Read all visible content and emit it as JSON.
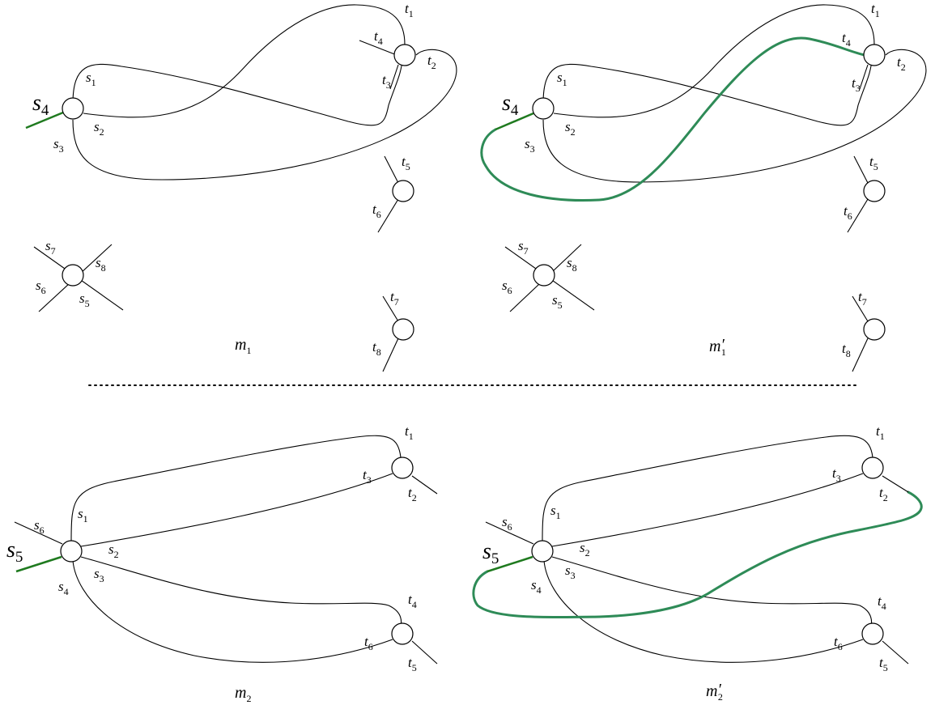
{
  "panels": {
    "m1": {
      "name": "m",
      "sub": "1",
      "prime": ""
    },
    "m1p": {
      "name": "m",
      "sub": "1",
      "prime": "′"
    },
    "m2": {
      "name": "m",
      "sub": "2",
      "prime": ""
    },
    "m2p": {
      "name": "m",
      "sub": "2",
      "prime": "′"
    }
  },
  "labels": {
    "s": "s",
    "t": "t",
    "n1": "1",
    "n2": "2",
    "n3": "3",
    "n4": "4",
    "n5": "5",
    "n6": "6",
    "n7": "7",
    "n8": "8"
  },
  "colors": {
    "highlight": "#2e8b57",
    "stub": "#1f7a1f"
  }
}
